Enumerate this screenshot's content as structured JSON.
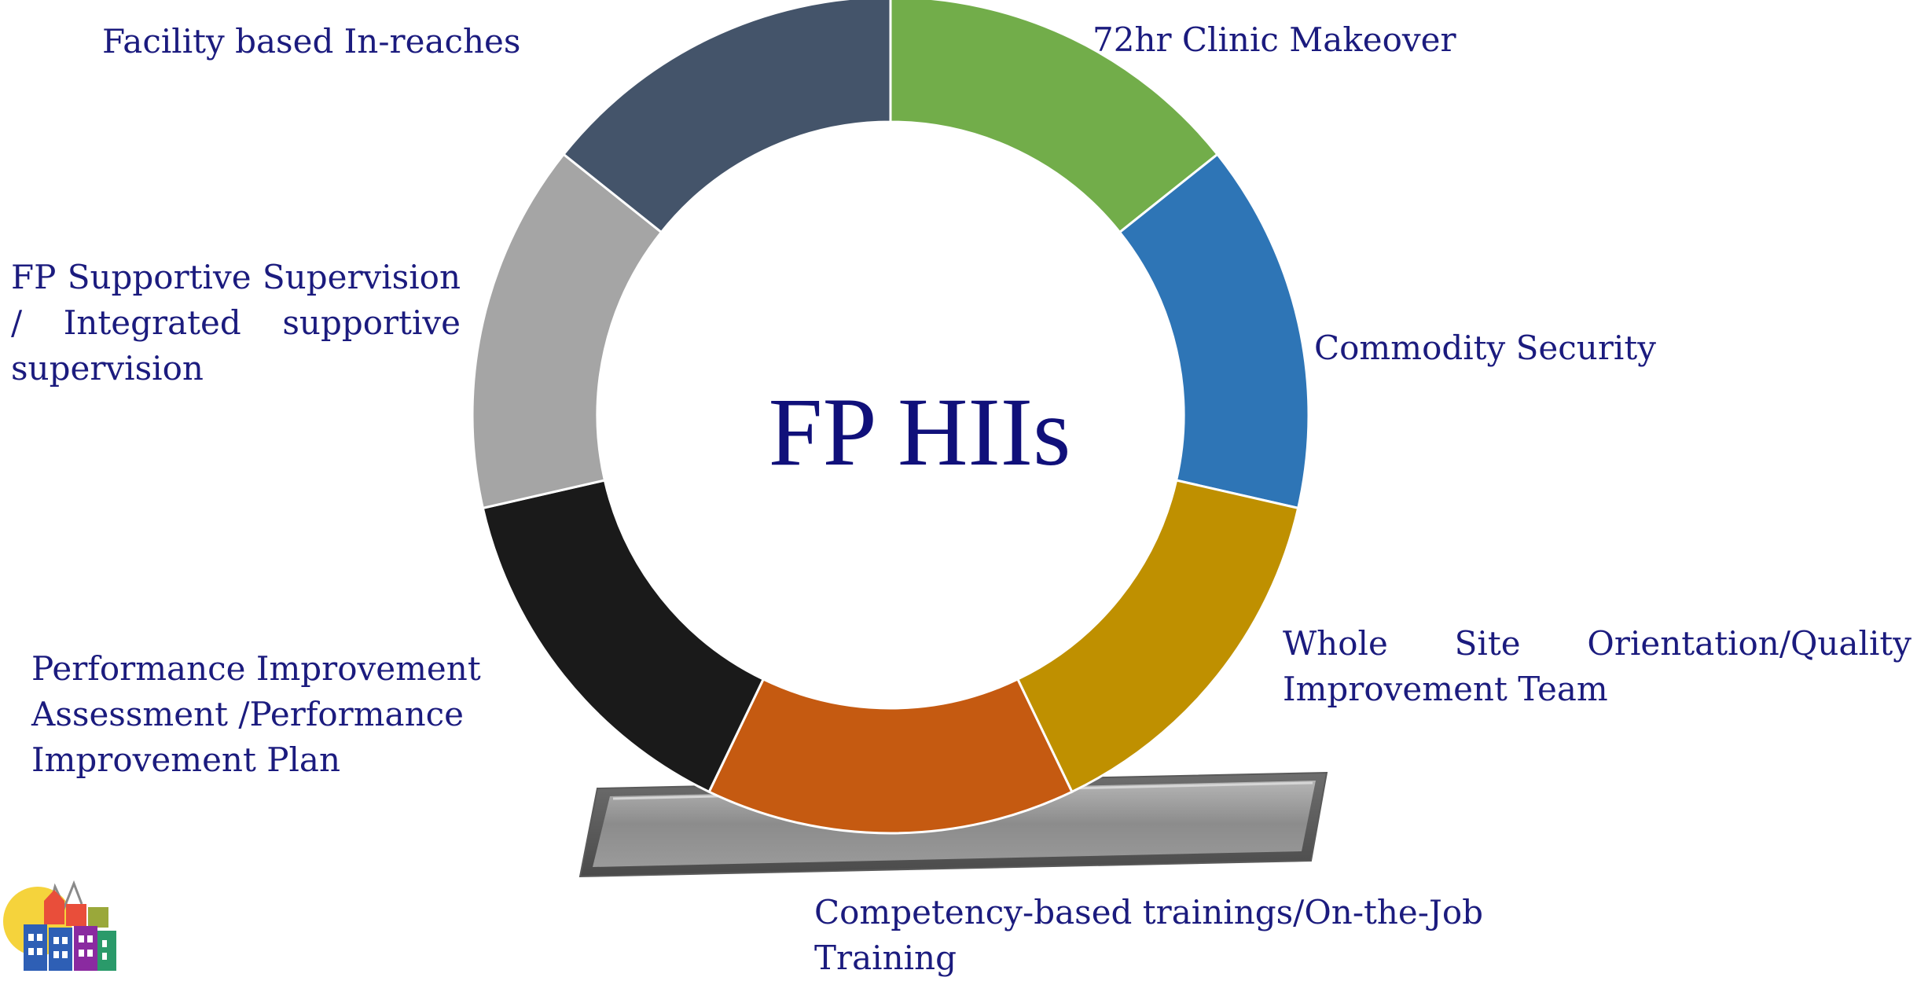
{
  "center_title": "FP HIIs",
  "segments": [
    {
      "label": "72hr Clinic Makeover",
      "color": "#72ad4a"
    },
    {
      "label": "Commodity Security",
      "color": "#2e75b6"
    },
    {
      "label": "Whole Site Orientation/Quality Improvement Team",
      "color": "#bf9000"
    },
    {
      "label": "Competency-based trainings/On-the-Job Training",
      "color": "#c55a11"
    },
    {
      "label": "Performance Improvement Assessment /Performance Improvement Plan",
      "color": "#1a1a1a"
    },
    {
      "label": "FP Supportive Supervision / Integrated supportive supervision",
      "color": "#a5a5a5"
    },
    {
      "label": "Facility based In-reaches",
      "color": "#44546a"
    }
  ],
  "colors": {
    "label_text": "#1b1b7e",
    "title_text": "#10107a",
    "pedestal": "#8a8a8a"
  },
  "icons": {
    "logo": "community-buildings-logo-icon"
  }
}
